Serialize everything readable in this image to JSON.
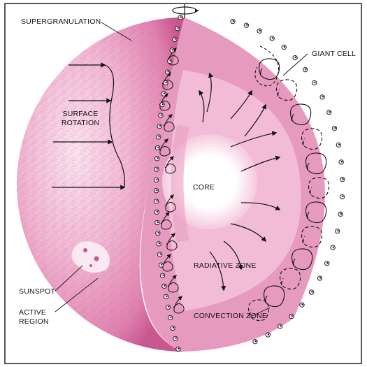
{
  "labels": {
    "supergranulation": "SUPERGRANULATION",
    "surface_rotation_1": "SURFACE",
    "surface_rotation_2": "ROTATION",
    "sunspot": "SUNSPOT",
    "active_region_1": "ACTIVE",
    "active_region_2": "REGION",
    "giant_cell": "GIANT CELL",
    "core": "CORE",
    "radiative_zone": "RADIATIVE ZONE",
    "convection_zone": "CONVECTION ZONE"
  },
  "colors": {
    "sphere_light": "#f6cfe1",
    "sphere_mid": "#ea93bd",
    "sphere_dark": "#c9568f",
    "convection": "#e79ac0",
    "radiative": "#f2bcd6",
    "core_glow": "#ffffff",
    "ink": "#111111"
  }
}
